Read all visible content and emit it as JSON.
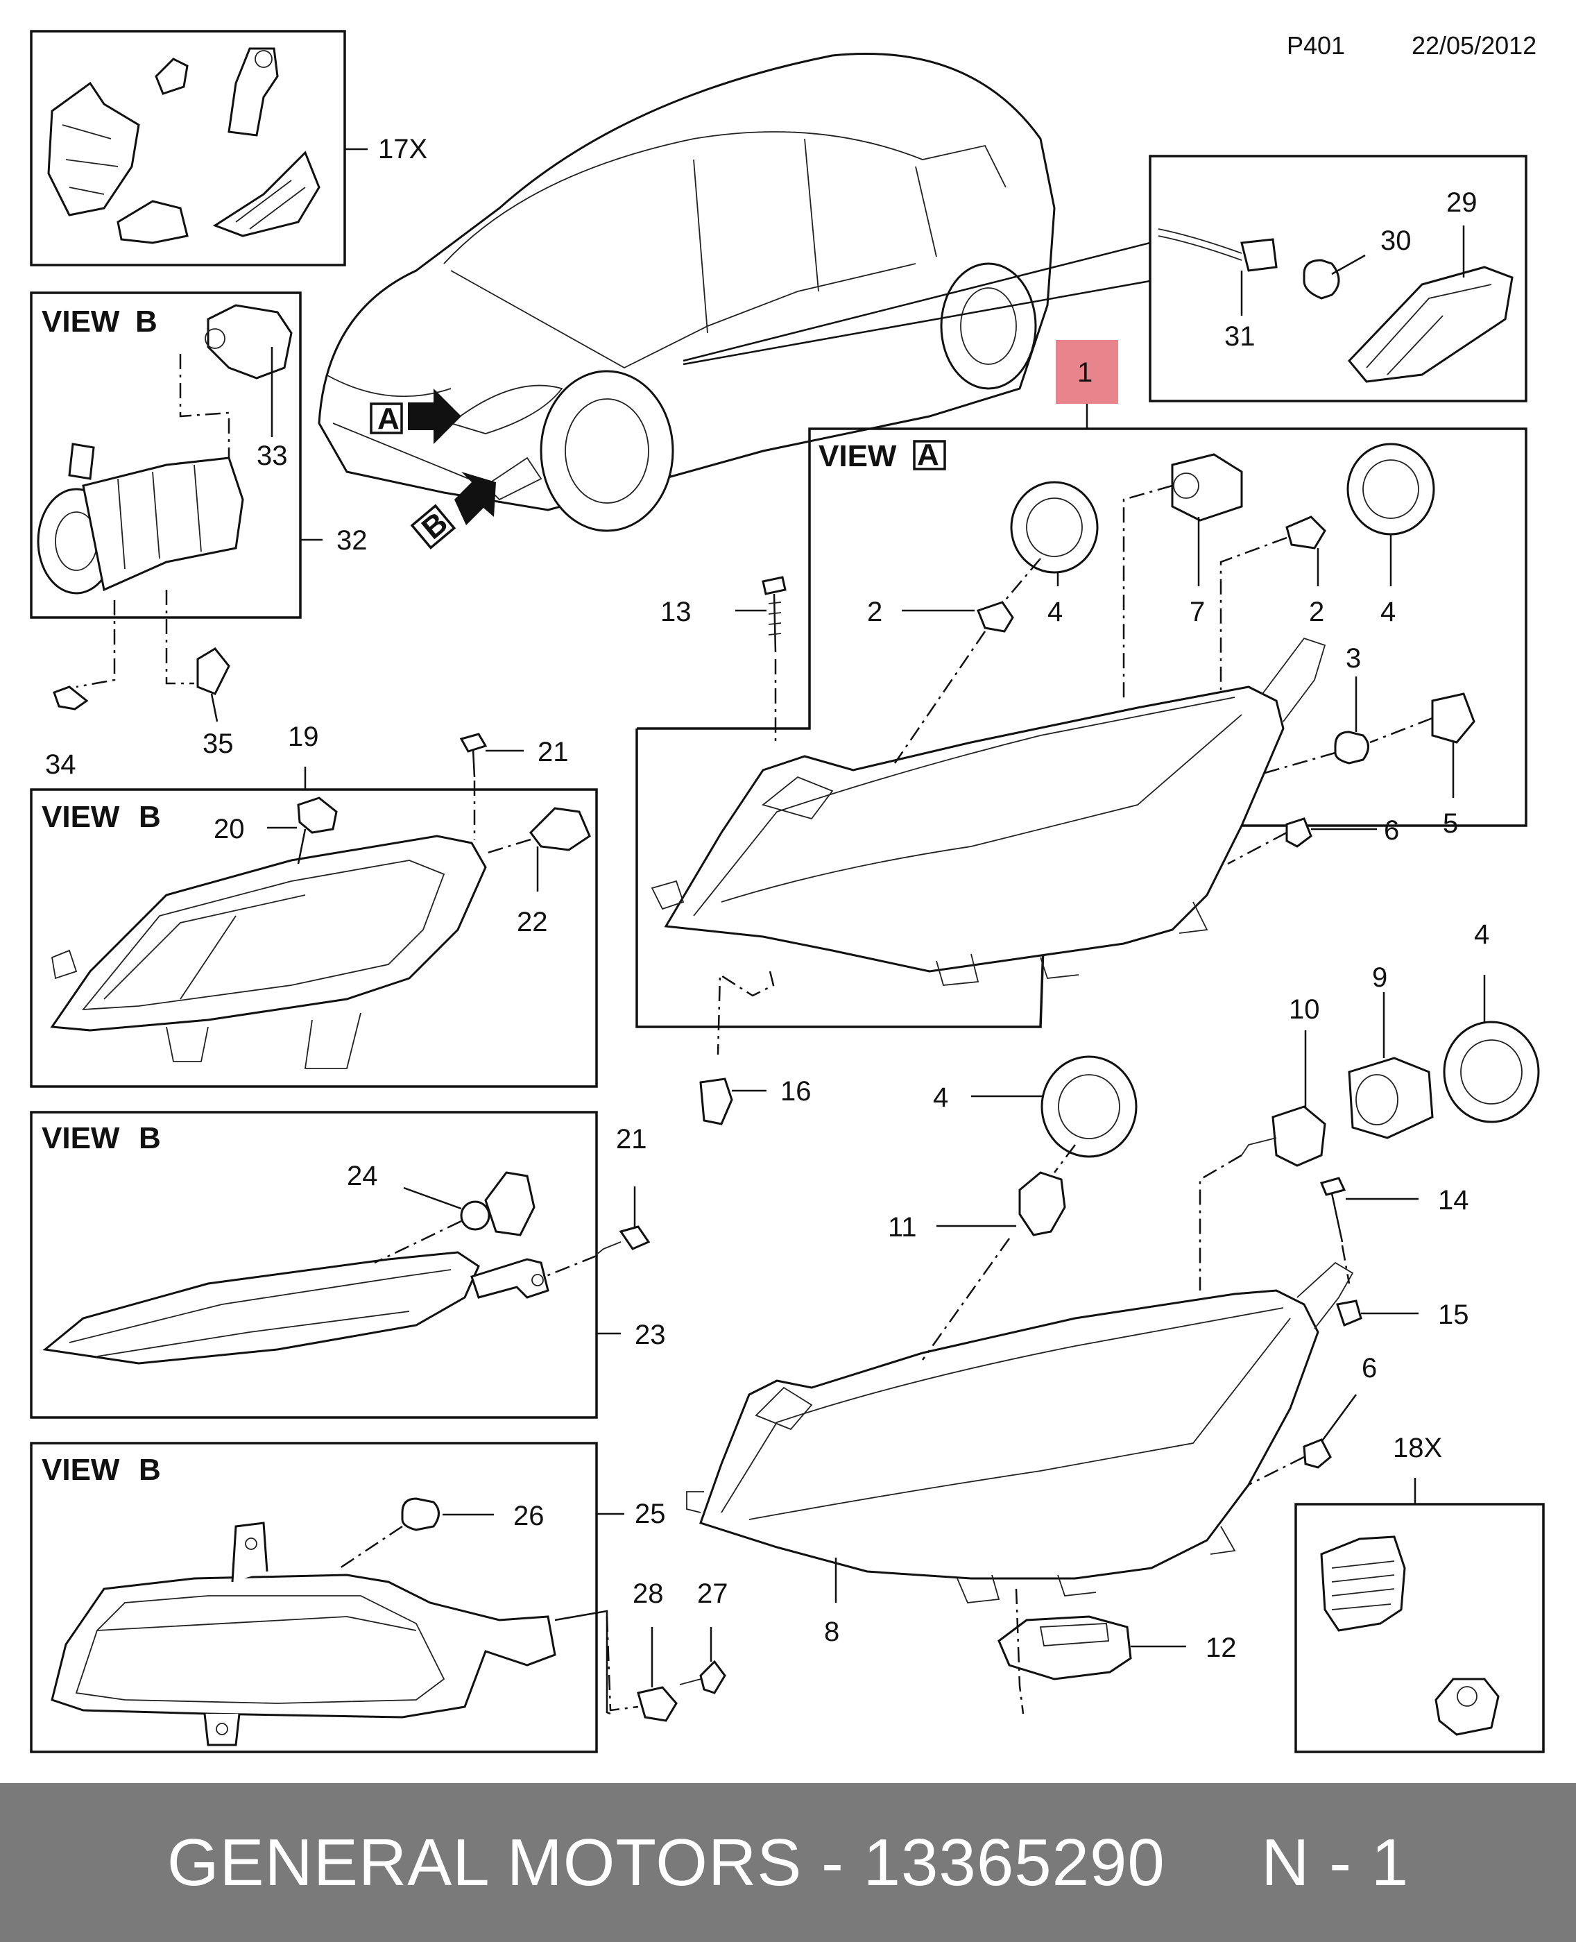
{
  "header": {
    "page_code": "P401",
    "date": "22/05/2012"
  },
  "footer": {
    "brand": "GENERAL MOTORS",
    "separator": " - ",
    "part_number": "13365290",
    "suffix": "N - 1"
  },
  "views": {
    "a": "VIEW",
    "b": "VIEW",
    "a_box": "A",
    "b_box": "B"
  },
  "car_markers": {
    "a": "A",
    "b": "B"
  },
  "callouts": {
    "c17x": "17X",
    "c33": "33",
    "c32": "32",
    "c34": "34",
    "c35": "35",
    "c1": "1",
    "c29": "29",
    "c30": "30",
    "c31": "31",
    "c13": "13",
    "c2a": "2",
    "c4a": "4",
    "c7": "7",
    "c2b": "2",
    "c4b": "4",
    "c3": "3",
    "c5": "5",
    "c6a": "6",
    "c16": "16",
    "c19": "19",
    "c20": "20",
    "c21a": "21",
    "c22": "22",
    "c24": "24",
    "c21b": "21",
    "c23": "23",
    "c26": "26",
    "c25": "25",
    "c28": "28",
    "c27": "27",
    "c4c": "4",
    "c10": "10",
    "c9": "9",
    "c4d": "4",
    "c11": "11",
    "c14": "14",
    "c15": "15",
    "c6b": "6",
    "c8": "8",
    "c12": "12",
    "c18x": "18X"
  },
  "colors": {
    "highlight": "#e8858c",
    "footer_bg": "#7a7a7a",
    "footer_text": "#ffffff",
    "line": "#111111"
  }
}
